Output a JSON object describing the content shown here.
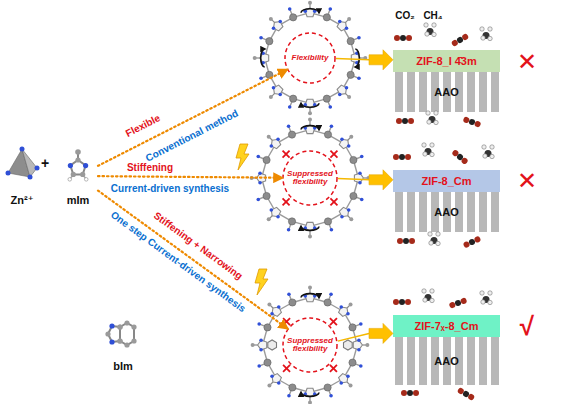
{
  "diagram": {
    "nodes": [
      {
        "text": [
          "Zn²⁺"
        ]
      },
      {
        "text": [
          "mIm"
        ]
      },
      {
        "text": [
          "bIm"
        ]
      },
      {
        "text": [
          "Flexibility"
        ]
      },
      {
        "text": [
          "Suppressed flexibility"
        ]
      },
      {
        "text": [
          "Suppressed flexibility"
        ]
      },
      {
        "text": [
          "ZIF-8_I 4̄3m"
        ]
      },
      {
        "text": [
          "AAO"
        ]
      },
      {
        "text": [
          "ZIF-8_Cm"
        ]
      },
      {
        "text": [
          "AAO"
        ]
      },
      {
        "text": [
          "ZIF-7ₓ-8_Cm"
        ]
      },
      {
        "text": [
          "AAO"
        ]
      }
    ],
    "edges": [
      {
        "from": 1,
        "to": 3,
        "arrow": "to"
      },
      {
        "from": 1,
        "to": 4,
        "arrow": "to"
      },
      {
        "from": 1,
        "to": 5,
        "arrow": "to"
      },
      {
        "from": 3,
        "to": 6,
        "arrow": "to"
      },
      {
        "from": 4,
        "to": 8,
        "arrow": "to"
      },
      {
        "from": 5,
        "to": 10,
        "arrow": "to"
      }
    ],
    "labels": [
      "+",
      "Flexible",
      "Conventional method",
      "Stiffening",
      "Current-driven synthesis",
      "Stiffening + Narrowing",
      "One step Current-driven synthesis",
      "CO₂",
      "CH₄",
      "✕",
      "✕",
      "√"
    ]
  }
}
